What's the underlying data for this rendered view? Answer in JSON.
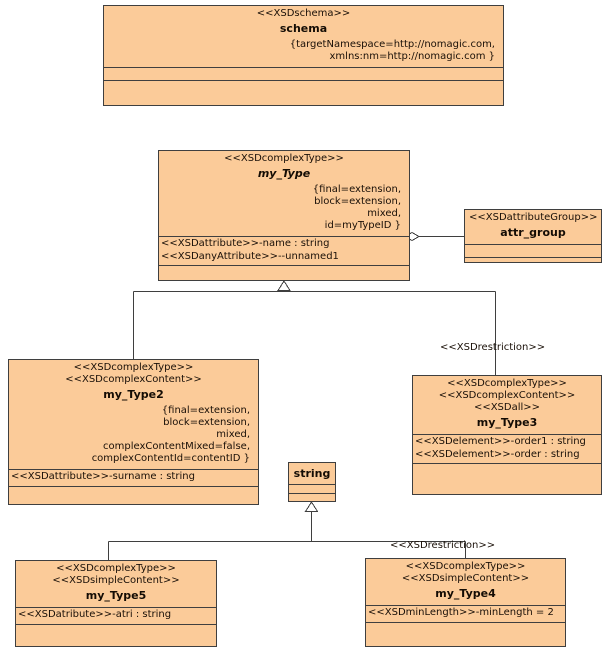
{
  "diagram": {
    "title": "XSD UML Class Diagram",
    "background_color": "#ffffff",
    "class_fill_color": "#fbcb99",
    "class_border_color": "#3f3f3f",
    "text_color": "#1a1008"
  },
  "classes": {
    "schema": {
      "stereotypes": [
        "<<XSDschema>>"
      ],
      "name": "schema",
      "properties": "{targetNamespace=http://nomagic.com,\nxmlns:nm=http://nomagic.com }",
      "attributes": [],
      "operations": []
    },
    "my_type": {
      "stereotypes": [
        "<<XSDcomplexType>>"
      ],
      "name": "my_Type",
      "abstract": true,
      "properties": "{final=extension,\nblock=extension,\nmixed,\nid=myTypeID }",
      "attributes": [
        "<<XSDattribute>>-name : string",
        "<<XSDanyAttribute>>--unnamed1"
      ],
      "operations": []
    },
    "attr_group": {
      "stereotypes": [
        "<<XSDattributeGroup>>"
      ],
      "name": "attr_group",
      "attributes": [],
      "operations": []
    },
    "my_type2": {
      "stereotypes": [
        "<<XSDcomplexType>>",
        "<<XSDcomplexContent>>"
      ],
      "name": "my_Type2",
      "properties": "{final=extension,\nblock=extension,\nmixed,\ncomplexContentMixed=false,\ncomplexContentId=contentID }",
      "attributes": [
        "<<XSDattribute>>-surname : string"
      ],
      "operations": []
    },
    "my_type3": {
      "stereotypes": [
        "<<XSDcomplexType>>",
        "<<XSDcomplexContent>>",
        "<<XSDall>>"
      ],
      "name": "my_Type3",
      "attributes": [
        "<<XSDelement>>-order1 : string",
        "<<XSDelement>>-order : string"
      ],
      "operations": []
    },
    "string": {
      "stereotypes": [],
      "name": "string",
      "attributes": [],
      "operations": []
    },
    "my_type5": {
      "stereotypes": [
        "<<XSDcomplexType>>",
        "<<XSDsimpleContent>>"
      ],
      "name": "my_Type5",
      "attributes": [
        "<<XSDatribute>>-atri : string"
      ],
      "operations": []
    },
    "my_type4": {
      "stereotypes": [
        "<<XSDcomplexType>>",
        "<<XSDsimpleContent>>"
      ],
      "name": "my_Type4",
      "attributes": [
        "<<XSDminLength>>-minLength = 2"
      ],
      "operations": []
    }
  },
  "edge_labels": {
    "restriction_mytype3": "<<XSDrestriction>>",
    "restriction_mytype4": "<<XSDrestriction>>"
  },
  "relationships": [
    {
      "kind": "aggregation",
      "from": "my_Type",
      "to": "attr_group",
      "label": ""
    },
    {
      "kind": "generalization",
      "from": "my_Type2",
      "to": "my_Type",
      "label": ""
    },
    {
      "kind": "generalization",
      "from": "my_Type3",
      "to": "my_Type",
      "label": "<<XSDrestriction>>"
    },
    {
      "kind": "generalization",
      "from": "my_Type5",
      "to": "string",
      "label": ""
    },
    {
      "kind": "generalization",
      "from": "my_Type4",
      "to": "string",
      "label": "<<XSDrestriction>>"
    }
  ]
}
